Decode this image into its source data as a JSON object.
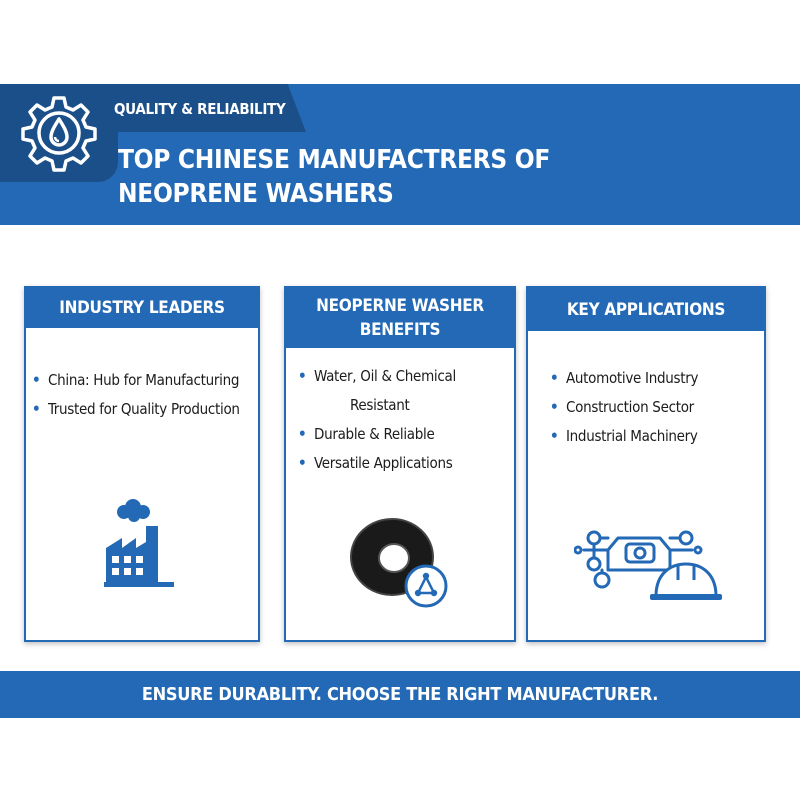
{
  "header": {
    "tagline": "QUALITY & RELIABILITY",
    "title_line1": "TOP CHINESE MANUFACTRERS OF",
    "title_line2": "NEOPRENE WASHERS",
    "icon": "gear-drop-icon"
  },
  "cards": [
    {
      "title": "INDUSTRY LEADERS",
      "items": [
        "China: Hub for Manufacturing",
        "Trusted for Quality Production"
      ],
      "icon": "factory-icon"
    },
    {
      "title_line1": "NEOPERNE WASHER",
      "title_line2": "BENEFITS",
      "items": [
        "Water, Oil & Chemical",
        "Resistant",
        "Durable & Reliable",
        "Versatile Applications"
      ],
      "icon": "washer-icon"
    },
    {
      "title": "KEY APPLICATIONS",
      "items": [
        "Automotive Industry",
        "Construction Sector",
        "Industrial Machinery"
      ],
      "icon": "machinery-hardhat-icon"
    }
  ],
  "footer": {
    "text": "ENSURE DURABLITY. CHOOSE THE RIGHT MANUFACTURER."
  },
  "colors": {
    "primary": "#2369b5",
    "dark": "#1b4f89",
    "text": "#1c1c1c"
  }
}
